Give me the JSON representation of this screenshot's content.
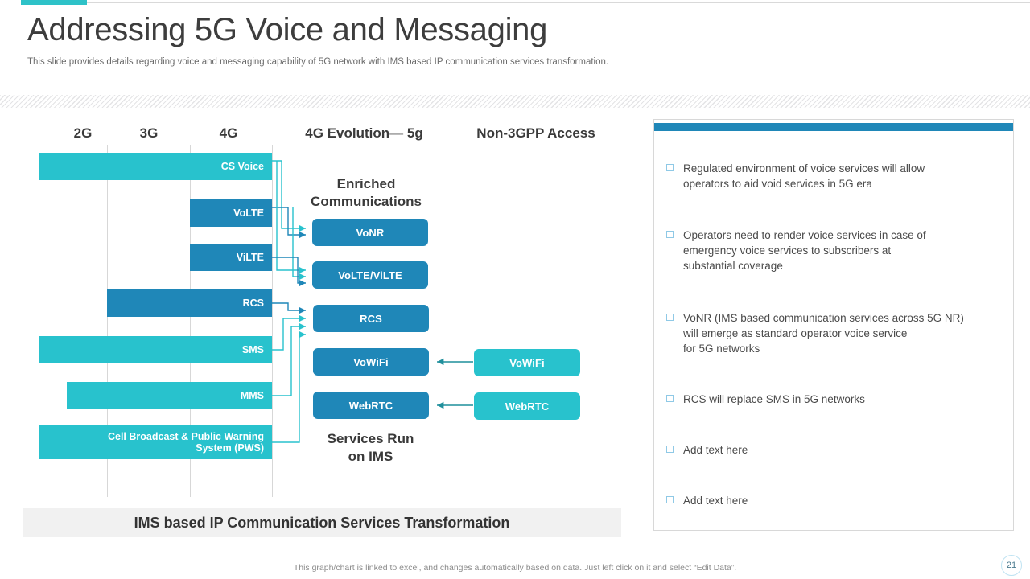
{
  "header": {
    "title": "Addressing 5G Voice and Messaging",
    "subtitle": "This slide provides details regarding voice and messaging capability of 5G network with IMS based IP communication services transformation."
  },
  "diagram": {
    "column_headers": [
      {
        "label": "2G"
      },
      {
        "label": "3G"
      },
      {
        "label": "4G"
      },
      {
        "label": "4G Evolution",
        "arrow": "—",
        "label2": "5g"
      },
      {
        "label": "Non-3GPP Access"
      }
    ],
    "group_labels": {
      "enriched": "Enriched\nCommunications",
      "services_run": "Services Run\non IMS"
    },
    "legacy_bars": [
      {
        "label": "CS Voice",
        "color": "#28c2cd",
        "start_gen": "2G"
      },
      {
        "label": "VoLTE",
        "color": "#1f87b8",
        "start_gen": "4G"
      },
      {
        "label": "ViLTE",
        "color": "#1f87b8",
        "start_gen": "4G"
      },
      {
        "label": "RCS",
        "color": "#1f87b8",
        "start_gen": "3G"
      },
      {
        "label": "SMS",
        "color": "#28c2cd",
        "start_gen": "2G"
      },
      {
        "label": "MMS",
        "color": "#28c2cd",
        "start_gen": "2G+"
      },
      {
        "label": "Cell Broadcast & Public Warning\nSystem (PWS)",
        "color": "#28c2cd",
        "start_gen": "2G"
      }
    ],
    "ims_pills": [
      {
        "label": "VoNR",
        "color": "#1f87b8"
      },
      {
        "label": "VoLTE/ViLTE",
        "color": "#1f87b8"
      },
      {
        "label": "RCS",
        "color": "#1f87b8"
      },
      {
        "label": "VoWiFi",
        "color": "#1f87b8"
      },
      {
        "label": "WebRTC",
        "color": "#1f87b8"
      }
    ],
    "non3gpp_pills": [
      {
        "label": "VoWiFi",
        "color": "#28c2cd"
      },
      {
        "label": "WebRTC",
        "color": "#28c2cd"
      }
    ],
    "banner": "IMS based IP Communication Services Transformation"
  },
  "notes": {
    "items": [
      {
        "text": "Regulated environment of voice services will allow\noperators to aid void services in 5G era"
      },
      {
        "text": "Operators need to render voice services in case of\nemergency voice services to subscribers at\nsubstantial coverage"
      },
      {
        "text": "VoNR (IMS based communication services across 5G NR)\nwill emerge as standard operator voice service\nfor 5G networks"
      },
      {
        "text": "RCS will replace SMS in 5G networks"
      },
      {
        "text": "Add text here"
      },
      {
        "text": "Add text here"
      }
    ]
  },
  "footer": {
    "note": "This graph/chart is linked to excel, and changes automatically based on data. Just left click on it and select “Edit Data”.",
    "page_number": "21"
  },
  "colors": {
    "teal": "#28c2cd",
    "blue": "#1f87b8",
    "accent": "#2ec2c8",
    "banner_bg": "#f1f1f1"
  }
}
